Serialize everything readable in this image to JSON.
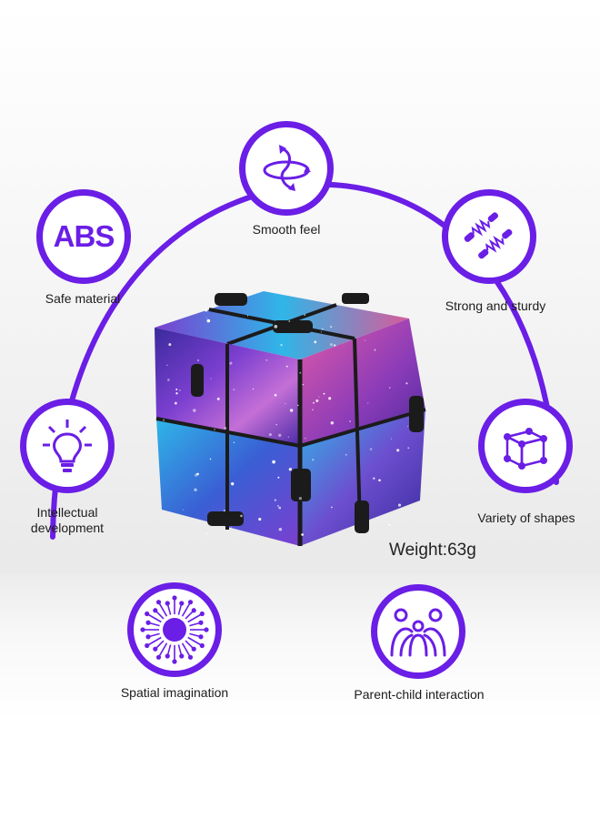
{
  "features": {
    "smooth": {
      "label": "Smooth feel",
      "icon": "rotate-arrows-icon"
    },
    "safe": {
      "label": "Safe material",
      "badge": "ABS",
      "icon": "abs-badge-icon"
    },
    "strong": {
      "label": "Strong and sturdy",
      "icon": "spring-grip-icon"
    },
    "intellectual": {
      "line1": "Intellectual",
      "line2": "development",
      "icon": "lightbulb-icon"
    },
    "variety": {
      "label": "Variety of shapes",
      "icon": "cube-shape-icon"
    },
    "spatial": {
      "label": "Spatial imagination",
      "icon": "radiating-sun-icon"
    },
    "parent": {
      "label": "Parent-child interaction",
      "icon": "parent-child-icon"
    }
  },
  "product": {
    "weight": "Weight:63g",
    "name": "galaxy-infinity-cube"
  },
  "colors": {
    "accent": "#6a1ee6",
    "galaxy_purple": "#7b3fd0",
    "galaxy_blue": "#2fb6e8",
    "galaxy_pink": "#e05aa8"
  }
}
